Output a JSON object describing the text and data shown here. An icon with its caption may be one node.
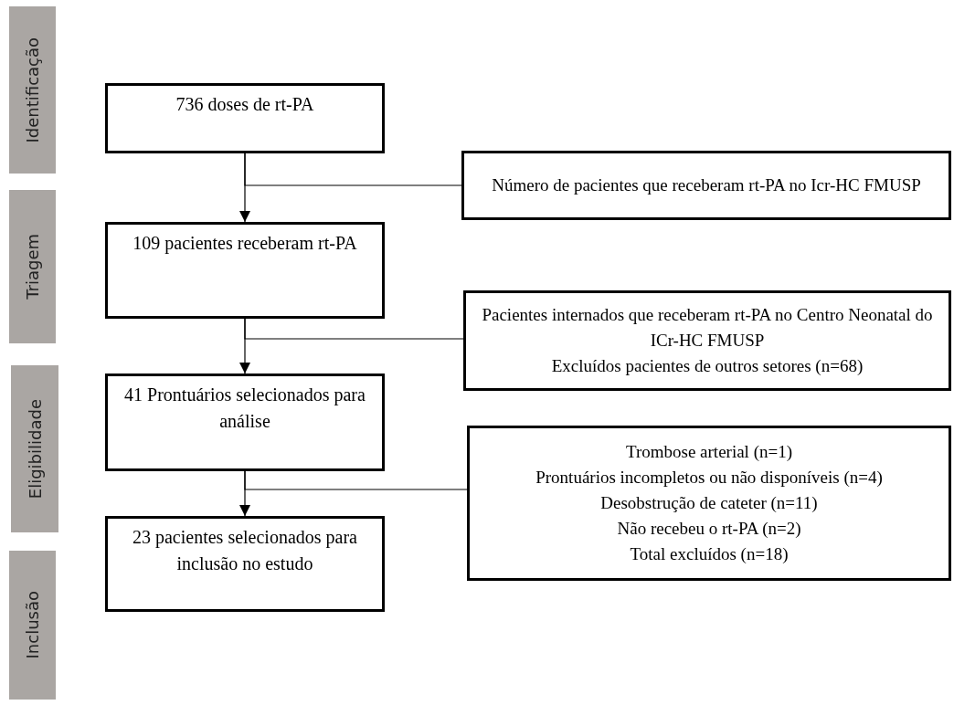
{
  "diagram": {
    "nodes": [
      {
        "text": [
          "736 doses de rt-PA"
        ]
      },
      {
        "text": [
          "109 pacientes receberam rt-PA"
        ]
      },
      {
        "text": [
          "41 Prontuários selecionados para análise"
        ]
      },
      {
        "text": [
          "23 pacientes selecionados para inclusão no estudo"
        ]
      },
      {
        "text": [
          "Número de pacientes que receberam rt-PA no Icr-HC FMUSP"
        ]
      },
      {
        "text": [
          "Pacientes internados que receberam rt-PA no Centro Neonatal do ICr-HC FMUSP",
          "Excluídos pacientes de outros setores (n=68)"
        ]
      },
      {
        "text": [
          "Trombose arterial (n=1)",
          "Prontuários incompletos ou não disponíveis (n=4)",
          "Desobstrução de cateter (n=11)",
          "Não recebeu o rt-PA (n=2)",
          "Total excluídos (n=18)"
        ]
      },
      {
        "text": [
          "Identificação"
        ]
      },
      {
        "text": [
          "Triagem"
        ]
      },
      {
        "text": [
          "Eligibilidade"
        ]
      },
      {
        "text": [
          "Inclusão"
        ]
      }
    ],
    "edges": [
      {
        "from": 0,
        "to": 1,
        "arrow": "to"
      },
      {
        "from": 0,
        "to": 4,
        "arrow": "none"
      },
      {
        "from": 1,
        "to": 2,
        "arrow": "to"
      },
      {
        "from": 1,
        "to": 5,
        "arrow": "none"
      },
      {
        "from": 2,
        "to": 3,
        "arrow": "to"
      },
      {
        "from": 2,
        "to": 6,
        "arrow": "none"
      }
    ]
  }
}
